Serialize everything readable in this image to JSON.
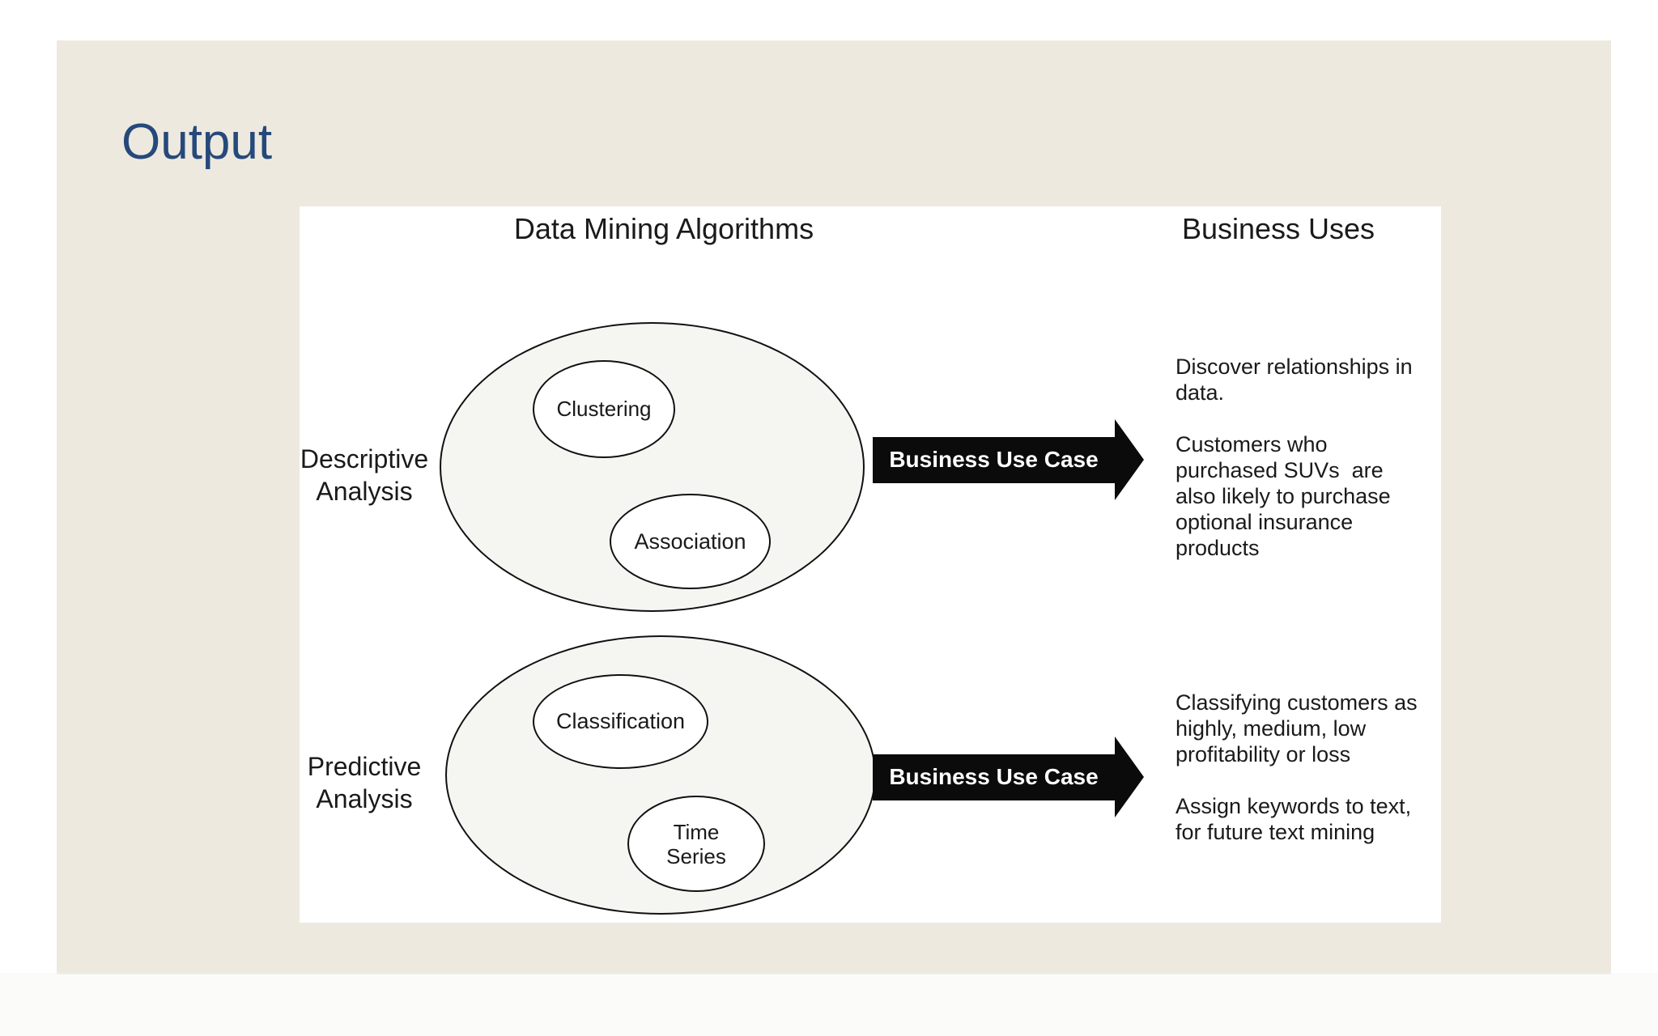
{
  "slide": {
    "title": "Output"
  },
  "diagram": {
    "heading_left": "Data Mining Algorithms",
    "heading_right": "Business Uses",
    "groups": [
      {
        "label": "Descriptive\nAnalysis",
        "items": [
          "Clustering",
          "Association"
        ],
        "arrow_label": "Business Use Case",
        "uses": [
          "Discover relationships in\ndata.",
          "Customers who\npurchased SUVs  are\nalso likely to purchase\noptional insurance\nproducts"
        ]
      },
      {
        "label": "Predictive\nAnalysis",
        "items": [
          "Classification",
          "Time\nSeries"
        ],
        "arrow_label": "Business Use Case",
        "uses": [
          "Classifying customers as\nhighly, medium, low\nprofitability or loss",
          "Assign keywords to text,\nfor future text mining"
        ]
      }
    ]
  },
  "colors": {
    "title_blue": "#26497B",
    "slide_background": "#EDE9DE",
    "panel_background": "#FFFFFF",
    "ink": "#1A1A1A",
    "big_ellipse_fill": "#F5F5F2",
    "arrow_background": "#0B0B0B",
    "arrow_text": "#FFFFFF"
  }
}
